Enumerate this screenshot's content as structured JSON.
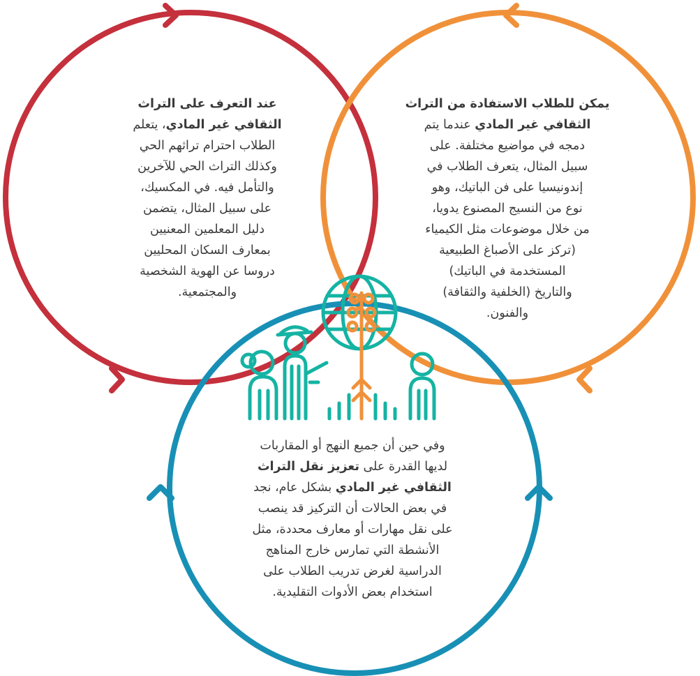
{
  "colors": {
    "red": "#c4303c",
    "orange": "#f0913a",
    "blue": "#1890b5",
    "teal": "#15b3a3",
    "text": "#3a3a3a"
  },
  "icons": [
    "child-figure-icon",
    "teacher-figure-icon",
    "globe-icon",
    "plant-icon",
    "bar-graph-icon",
    "student-figure-icon"
  ],
  "circles": {
    "red": {
      "lines": [
        [
          {
            "t": "عند التعرف على التراث",
            "b": true
          }
        ],
        [
          {
            "t": "الثقافي غير المادي",
            "b": true
          },
          {
            "t": "، يتعلم",
            "b": false
          }
        ],
        [
          {
            "t": "الطلاب احترام تراثهم الحي",
            "b": false
          }
        ],
        [
          {
            "t": "وكذلك التراث الحي للآخرين",
            "b": false
          }
        ],
        [
          {
            "t": "والتأمل فيه. في المكسيك،",
            "b": false
          }
        ],
        [
          {
            "t": "على سبيل المثال، يتضمن",
            "b": false
          }
        ],
        [
          {
            "t": "دليل المعلمين المعنيين",
            "b": false
          }
        ],
        [
          {
            "t": "بمعارف السكان المحليين",
            "b": false
          }
        ],
        [
          {
            "t": "دروسا عن الهوية الشخصية",
            "b": false
          }
        ],
        [
          {
            "t": "والمجتمعية.",
            "b": false
          }
        ]
      ]
    },
    "orange": {
      "lines": [
        [
          {
            "t": "يمكن للطلاب الاستفادة من التراث",
            "b": true
          }
        ],
        [
          {
            "t": "الثقافي غير المادي",
            "b": true
          },
          {
            "t": " عندما يتم",
            "b": false
          }
        ],
        [
          {
            "t": "دمجه في مواضيع مختلفة. على",
            "b": false
          }
        ],
        [
          {
            "t": "سبيل المثال، يتعرف الطلاب في",
            "b": false
          }
        ],
        [
          {
            "t": "إندونيسيا على فن الباتيك، وهو",
            "b": false
          }
        ],
        [
          {
            "t": "نوع من النسيج المصنوع يدويا،",
            "b": false
          }
        ],
        [
          {
            "t": "من خلال موضوعات مثل الكيمياء",
            "b": false
          }
        ],
        [
          {
            "t": "(تركز على الأصباغ الطبيعية",
            "b": false
          }
        ],
        [
          {
            "t": "المستخدمة في الباتيك)",
            "b": false
          }
        ],
        [
          {
            "t": "والتاريخ (الخلفية والثقافة)",
            "b": false
          }
        ],
        [
          {
            "t": "والفنون.",
            "b": false
          }
        ]
      ]
    },
    "blue": {
      "lines": [
        [
          {
            "t": "وفي حين أن جميع النهج أو المقاربات",
            "b": false
          }
        ],
        [
          {
            "t": "لديها القدرة على ",
            "b": false
          },
          {
            "t": "تعزيز نقل التراث",
            "b": true
          }
        ],
        [
          {
            "t": "الثقافي غير المادي",
            "b": true
          },
          {
            "t": " بشكل عام، نجد",
            "b": false
          }
        ],
        [
          {
            "t": "في بعض الحالات أن التركيز قد ينصب",
            "b": false
          }
        ],
        [
          {
            "t": "على نقل مهارات أو معارف محددة، مثل",
            "b": false
          }
        ],
        [
          {
            "t": "الأنشطة التي تمارس خارج المناهج",
            "b": false
          }
        ],
        [
          {
            "t": "الدراسية لغرض تدريب الطلاب على",
            "b": false
          }
        ],
        [
          {
            "t": "استخدام بعض الأدوات التقليدية.",
            "b": false
          }
        ]
      ]
    }
  }
}
